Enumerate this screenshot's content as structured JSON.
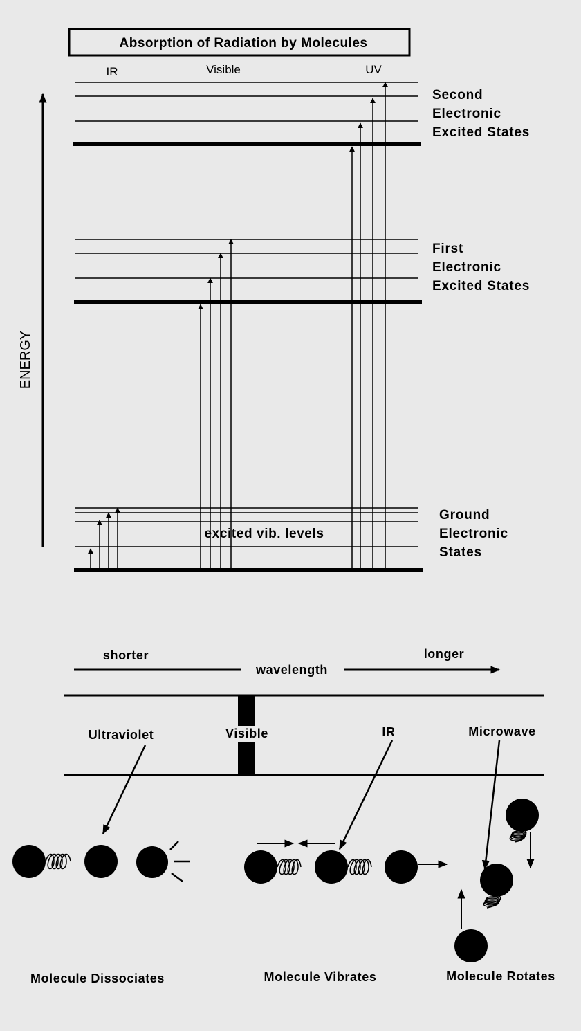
{
  "title": "Absorption of Radiation by Molecules",
  "regions": {
    "ir": "IR",
    "visible": "Visible",
    "uv": "UV"
  },
  "energy_axis_label": "ENERGY",
  "states": {
    "second": [
      "Second",
      "Electronic",
      "Excited States"
    ],
    "first": [
      "First",
      "Electronic",
      "Excited States"
    ],
    "ground": [
      "Ground",
      "Electronic",
      "States"
    ]
  },
  "vib_label": "excited vib. levels",
  "wavelength": {
    "shorter": "shorter",
    "label": "wavelength",
    "longer": "longer"
  },
  "spectrum": {
    "ultraviolet": "Ultraviolet",
    "visible": "Visible",
    "ir": "IR",
    "microwave": "Microwave"
  },
  "effects": {
    "dissociates": "Molecule Dissociates",
    "vibrates": "Molecule Vibrates",
    "rotates": "Molecule Rotates"
  },
  "colors": {
    "ink": "#000000",
    "background": "#e9e9e9"
  }
}
